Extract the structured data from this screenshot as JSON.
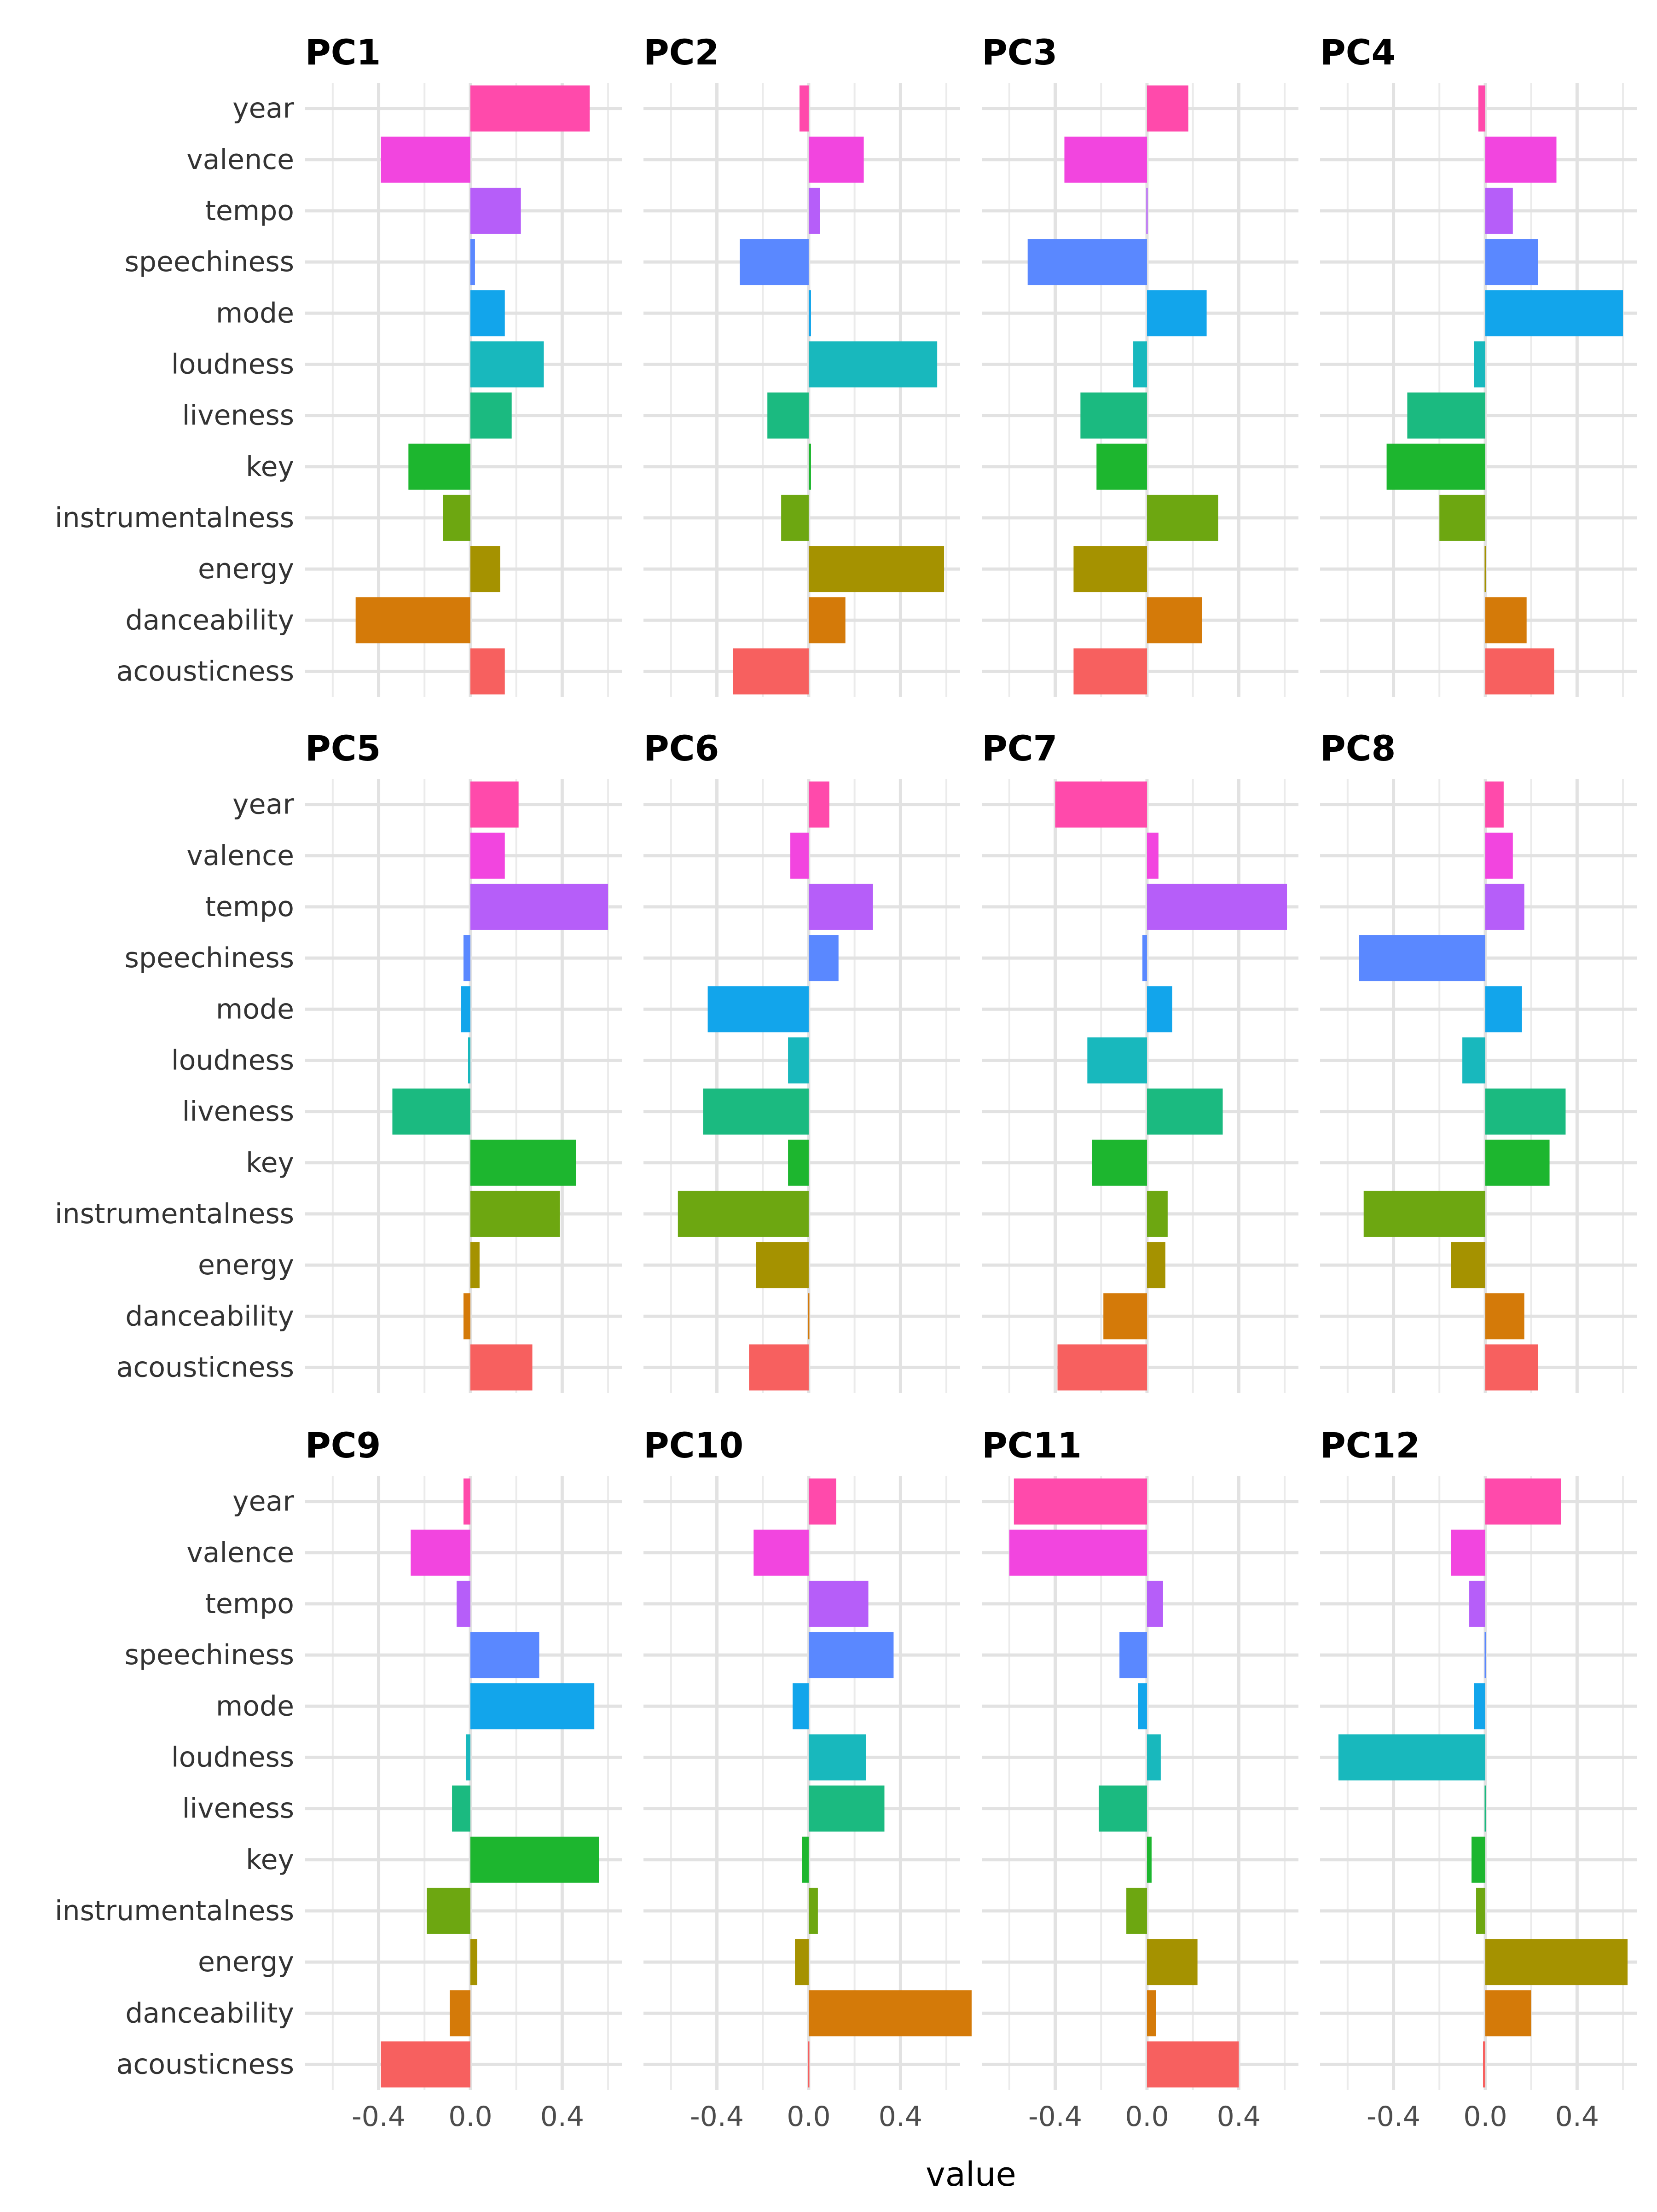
{
  "chart_data": {
    "type": "bar",
    "orientation": "horizontal",
    "facet_layout": {
      "rows": 3,
      "cols": 4,
      "scales": "fixed"
    },
    "xlabel": "value",
    "ylabel": "",
    "xlim": [
      -0.72,
      0.66
    ],
    "x_ticks": [
      -0.4,
      0.0,
      0.4
    ],
    "x_tick_labels": [
      "-0.4",
      "0.0",
      "0.4"
    ],
    "x_minor_ticks": [
      -0.6,
      -0.2,
      0.2,
      0.6
    ],
    "grid": true,
    "legend": "none",
    "categories": [
      "year",
      "valence",
      "tempo",
      "speechiness",
      "mode",
      "loudness",
      "liveness",
      "key",
      "instrumentalness",
      "energy",
      "danceability",
      "acousticness"
    ],
    "category_colors": {
      "year": "#FF4AAB",
      "valence": "#F245DF",
      "tempo": "#B65EF9",
      "speechiness": "#5A88FF",
      "mode": "#12A5EB",
      "loudness": "#18B8BD",
      "liveness": "#1BBA80",
      "key": "#1DB62F",
      "instrumentalness": "#6DA711",
      "energy": "#A59200",
      "danceability": "#D47A09",
      "acousticness": "#F7605F"
    },
    "panels": [
      {
        "title": "PC1",
        "values": {
          "year": 0.52,
          "valence": -0.39,
          "tempo": 0.22,
          "speechiness": 0.02,
          "mode": 0.15,
          "loudness": 0.32,
          "liveness": 0.18,
          "key": -0.27,
          "instrumentalness": -0.12,
          "energy": 0.13,
          "danceability": -0.5,
          "acousticness": 0.15
        }
      },
      {
        "title": "PC2",
        "values": {
          "year": -0.04,
          "valence": 0.24,
          "tempo": 0.05,
          "speechiness": -0.3,
          "mode": 0.01,
          "loudness": 0.56,
          "liveness": -0.18,
          "key": 0.01,
          "instrumentalness": -0.12,
          "energy": 0.59,
          "danceability": 0.16,
          "acousticness": -0.33
        }
      },
      {
        "title": "PC3",
        "values": {
          "year": 0.18,
          "valence": -0.36,
          "tempo": 0.0,
          "speechiness": -0.52,
          "mode": 0.26,
          "loudness": -0.06,
          "liveness": -0.29,
          "key": -0.22,
          "instrumentalness": 0.31,
          "energy": -0.32,
          "danceability": 0.24,
          "acousticness": -0.32
        }
      },
      {
        "title": "PC4",
        "values": {
          "year": -0.03,
          "valence": 0.31,
          "tempo": 0.12,
          "speechiness": 0.23,
          "mode": 0.6,
          "loudness": -0.05,
          "liveness": -0.34,
          "key": -0.43,
          "instrumentalness": -0.2,
          "energy": 0.0,
          "danceability": 0.18,
          "acousticness": 0.3
        }
      },
      {
        "title": "PC5",
        "values": {
          "year": 0.21,
          "valence": 0.15,
          "tempo": 0.6,
          "speechiness": -0.03,
          "mode": -0.04,
          "loudness": -0.01,
          "liveness": -0.34,
          "key": 0.46,
          "instrumentalness": 0.39,
          "energy": 0.04,
          "danceability": -0.03,
          "acousticness": 0.27
        }
      },
      {
        "title": "PC6",
        "values": {
          "year": 0.09,
          "valence": -0.08,
          "tempo": 0.28,
          "speechiness": 0.13,
          "mode": -0.44,
          "loudness": -0.09,
          "liveness": -0.46,
          "key": -0.09,
          "instrumentalness": -0.57,
          "energy": -0.23,
          "danceability": 0.0,
          "acousticness": -0.26
        }
      },
      {
        "title": "PC7",
        "values": {
          "year": -0.4,
          "valence": 0.05,
          "tempo": 0.61,
          "speechiness": -0.02,
          "mode": 0.11,
          "loudness": -0.26,
          "liveness": 0.33,
          "key": -0.24,
          "instrumentalness": 0.09,
          "energy": 0.08,
          "danceability": -0.19,
          "acousticness": -0.39
        }
      },
      {
        "title": "PC8",
        "values": {
          "year": 0.08,
          "valence": 0.12,
          "tempo": 0.17,
          "speechiness": -0.55,
          "mode": 0.16,
          "loudness": -0.1,
          "liveness": 0.35,
          "key": 0.28,
          "instrumentalness": -0.53,
          "energy": -0.15,
          "danceability": 0.17,
          "acousticness": 0.23
        }
      },
      {
        "title": "PC9",
        "values": {
          "year": -0.03,
          "valence": -0.26,
          "tempo": -0.06,
          "speechiness": 0.3,
          "mode": 0.54,
          "loudness": -0.02,
          "liveness": -0.08,
          "key": 0.56,
          "instrumentalness": -0.19,
          "energy": 0.03,
          "danceability": -0.09,
          "acousticness": -0.39
        }
      },
      {
        "title": "PC10",
        "values": {
          "year": 0.12,
          "valence": -0.24,
          "tempo": 0.26,
          "speechiness": 0.37,
          "mode": -0.07,
          "loudness": 0.25,
          "liveness": 0.33,
          "key": -0.03,
          "instrumentalness": 0.04,
          "energy": -0.06,
          "danceability": 0.71,
          "acousticness": 0.0
        }
      },
      {
        "title": "PC11",
        "values": {
          "year": -0.58,
          "valence": -0.6,
          "tempo": 0.07,
          "speechiness": -0.12,
          "mode": -0.04,
          "loudness": 0.06,
          "liveness": -0.21,
          "key": 0.02,
          "instrumentalness": -0.09,
          "energy": 0.22,
          "danceability": 0.04,
          "acousticness": 0.4
        }
      },
      {
        "title": "PC12",
        "values": {
          "year": 0.33,
          "valence": -0.15,
          "tempo": -0.07,
          "speechiness": 0.0,
          "mode": -0.05,
          "loudness": -0.64,
          "liveness": 0.0,
          "key": -0.06,
          "instrumentalness": -0.04,
          "energy": 0.62,
          "danceability": 0.2,
          "acousticness": -0.01
        }
      }
    ]
  }
}
